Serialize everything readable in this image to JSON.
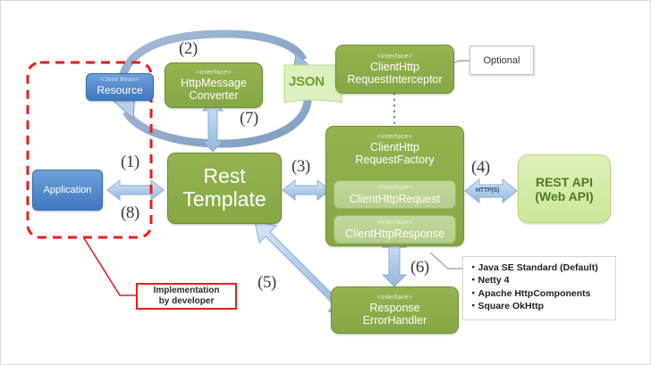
{
  "diagram": {
    "title": "Spring RestTemplate architecture",
    "colors": {
      "green_box": "#8fb04c",
      "green_light_box": "#bdd392",
      "blue_box": "#4f86c6",
      "rest_api_box": "#d4ecа4",
      "arrow_blue": "#b6cfeb",
      "red_accent": "#ee1b1b",
      "json_text": "#6aa12e"
    }
  },
  "nodes": {
    "resource": {
      "stereotype": "<Java Bean>",
      "title": "Resource"
    },
    "application": {
      "title": "Application"
    },
    "http_message_converter": {
      "stereotype": "<interface>",
      "line1": "HttpMessage",
      "line2": "Converter"
    },
    "json": {
      "label": "JSON"
    },
    "rest_template": {
      "line1": "Rest",
      "line2": "Template"
    },
    "client_http_request_interceptor": {
      "stereotype": "<interface>",
      "line1": "ClientHttp",
      "line2": "RequestInterceptor"
    },
    "client_http_request_factory": {
      "stereotype": "<interface>",
      "line1": "ClientHttp",
      "line2": "RequestFactory"
    },
    "client_http_request": {
      "stereotype": "<interface>",
      "title": "ClientHttpRequest"
    },
    "client_http_response": {
      "stereotype": "<interface>",
      "title": "ClientHttpResponse"
    },
    "response_error_handler": {
      "stereotype": "<interface>",
      "line1": "Response",
      "line2": "ErrorHandler"
    },
    "rest_api": {
      "line1": "REST API",
      "line2": "(Web API)"
    }
  },
  "steps": {
    "s1": "(1)",
    "s2": "(2)",
    "s3": "(3)",
    "s4": "(4)",
    "s5": "(5)",
    "s6": "(6)",
    "s7": "(7)",
    "s8": "(8)"
  },
  "labels": {
    "https": "HTTP(S)",
    "optional": "Optional",
    "implementation_note_line1": "Implementation",
    "implementation_note_line2": "by developer"
  },
  "implementations": {
    "bullet": "・",
    "items": [
      "Java SE Standard (Default)",
      "Netty 4",
      "Apache HttpComponents",
      "Square OkHttp"
    ]
  }
}
